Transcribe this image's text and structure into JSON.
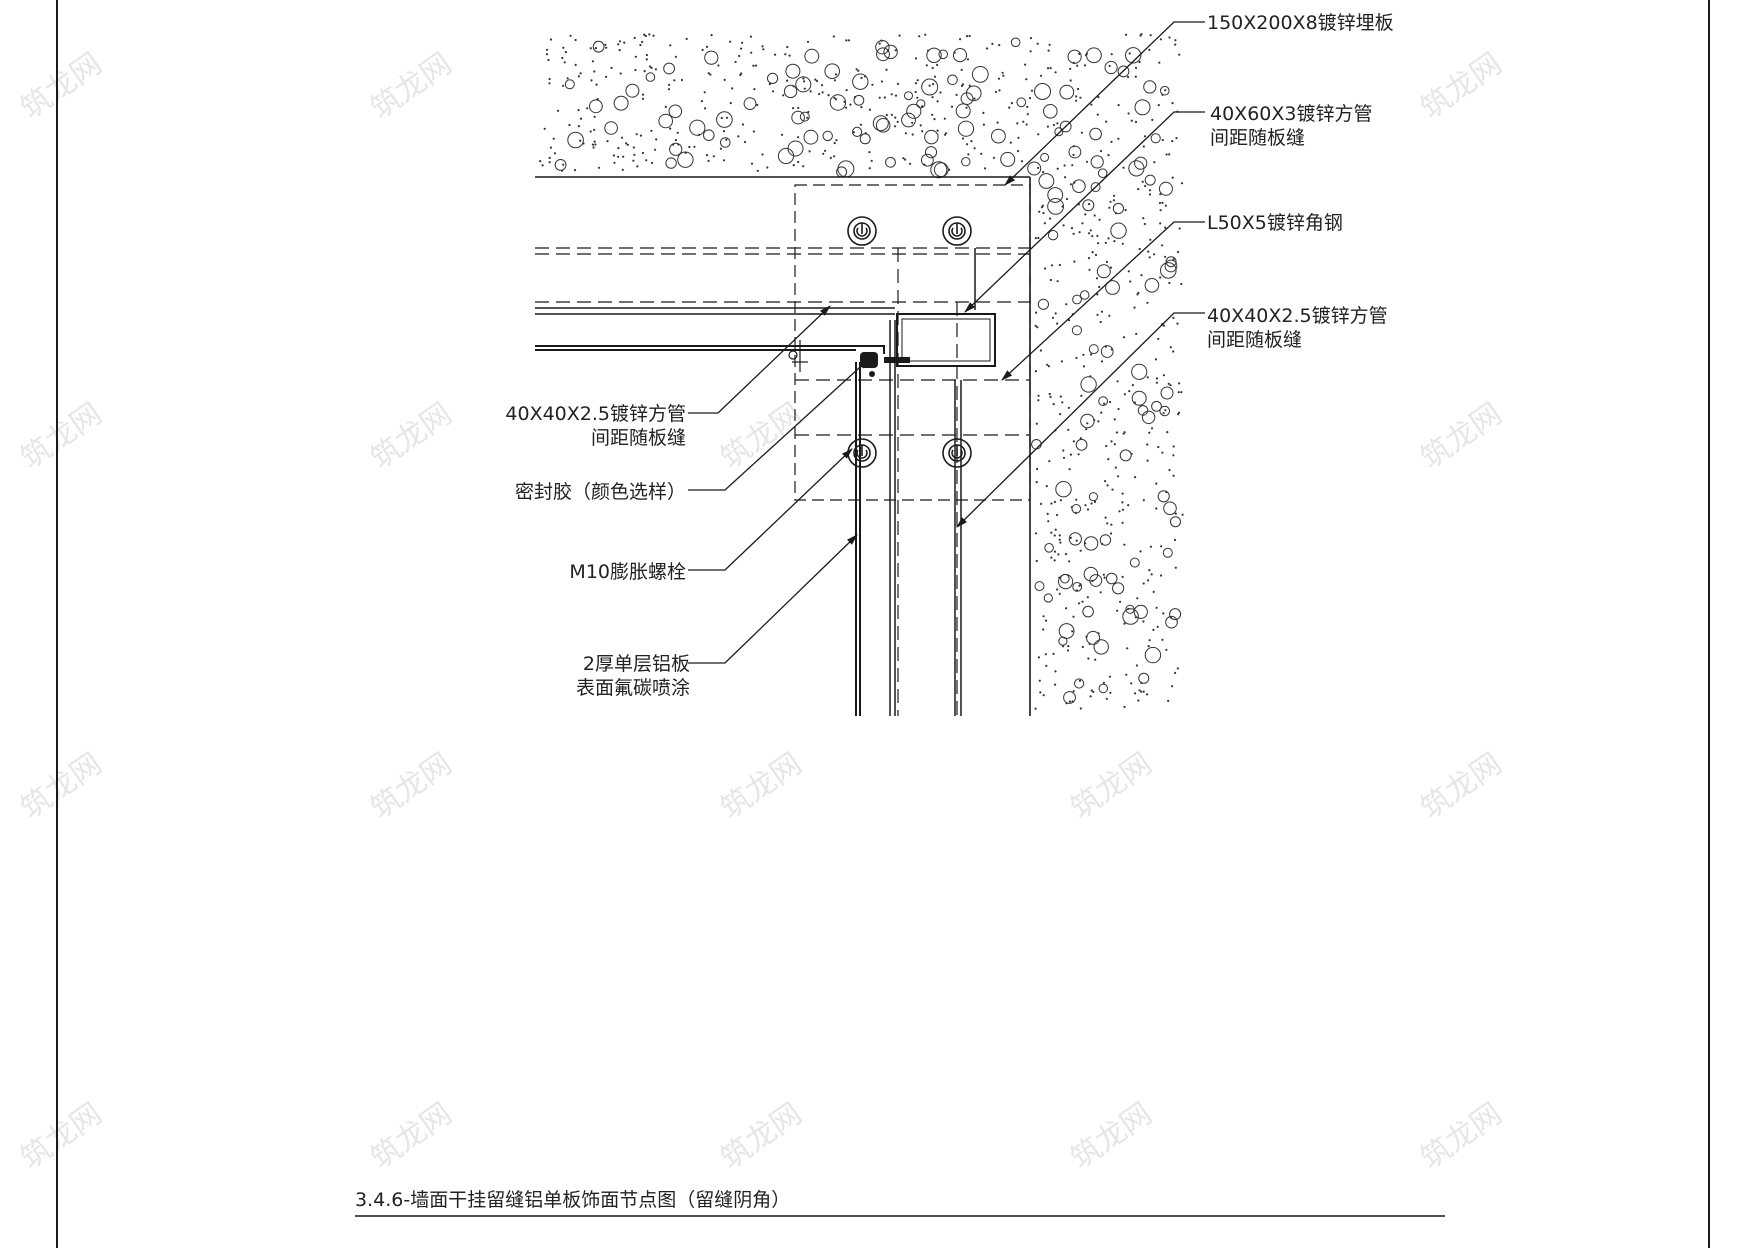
{
  "drawing": {
    "callouts_right": [
      {
        "line1": "150X200X8镀锌埋板",
        "line2": ""
      },
      {
        "line1": "40X60X3镀锌方管",
        "line2": "间距随板缝"
      },
      {
        "line1": "L50X5镀锌角钢",
        "line2": ""
      },
      {
        "line1": "40X40X2.5镀锌方管",
        "line2": "间距随板缝"
      }
    ],
    "callouts_left": [
      {
        "line1": "40X40X2.5镀锌方管",
        "line2": "间距随板缝"
      },
      {
        "line1": "密封胶（颜色选样）",
        "line2": ""
      },
      {
        "line1": "M10膨胀螺栓",
        "line2": ""
      },
      {
        "line1": "2厚单层铝板",
        "line2": "表面氟碳喷涂"
      }
    ],
    "title": "3.4.6-墙面干挂留缝铝单板饰面节点图（留缝阴角）",
    "watermark": "筑龙网"
  },
  "colors": {
    "line": "#1a1a1a",
    "paper": "#ffffff",
    "watermark": "#e6e6e6"
  }
}
